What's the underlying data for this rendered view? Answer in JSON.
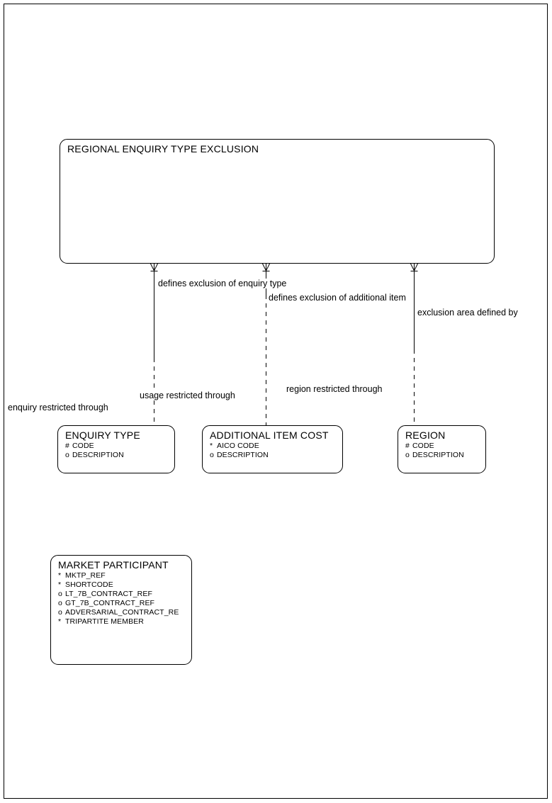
{
  "diagram": {
    "type": "entity-relationship-diagram",
    "notation": "crows-foot",
    "page_border": true
  },
  "entities": [
    {
      "id": "regional-enquiry-type-exclusion",
      "name": "REGIONAL ENQUIRY TYPE EXCLUSION",
      "attributes": []
    },
    {
      "id": "enquiry-type",
      "name": "ENQUIRY TYPE",
      "attributes": [
        {
          "mark": "#",
          "name": "CODE"
        },
        {
          "mark": "o",
          "name": "DESCRIPTION"
        }
      ]
    },
    {
      "id": "additional-item-cost",
      "name": "ADDITIONAL ITEM COST",
      "attributes": [
        {
          "mark": "*",
          "name": "AICO CODE"
        },
        {
          "mark": "o",
          "name": "DESCRIPTION"
        }
      ]
    },
    {
      "id": "region",
      "name": "REGION",
      "attributes": [
        {
          "mark": "#",
          "name": "CODE"
        },
        {
          "mark": "o",
          "name": "DESCRIPTION"
        }
      ]
    },
    {
      "id": "market-participant",
      "name": "MARKET PARTICIPANT",
      "attributes": [
        {
          "mark": "*",
          "name": "MKTP_REF"
        },
        {
          "mark": "*",
          "name": "SHORTCODE"
        },
        {
          "mark": "o",
          "name": "LT_7B_CONTRACT_REF"
        },
        {
          "mark": "o",
          "name": "GT_7B_CONTRACT_REF"
        },
        {
          "mark": "o",
          "name": "ADVERSARIAL_CONTRACT_RE"
        },
        {
          "mark": "*",
          "name": "TRIPARTITE MEMBER"
        }
      ]
    }
  ],
  "relationships": [
    {
      "id": "enquiry-type-rel",
      "from": "regional-enquiry-type-exclusion",
      "to": "enquiry-type",
      "label_from": "defines exclusion of enquiry type",
      "label_to": "enquiry restricted through"
    },
    {
      "id": "additional-item-rel",
      "from": "regional-enquiry-type-exclusion",
      "to": "additional-item-cost",
      "label_from": "defines exclusion of additional item",
      "label_to": "usage restricted through"
    },
    {
      "id": "region-rel",
      "from": "regional-enquiry-type-exclusion",
      "to": "region",
      "label_from": "exclusion area defined by",
      "label_to": "region restricted through"
    }
  ],
  "extra_labels": {
    "region_restricted": "region restricted through"
  }
}
